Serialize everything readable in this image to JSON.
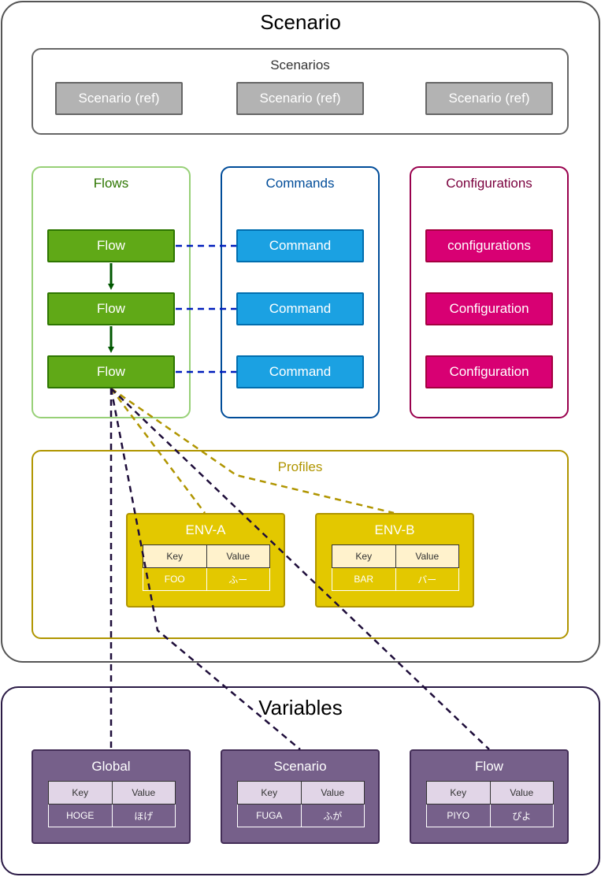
{
  "scenario": {
    "title": "Scenario",
    "scenarios_group": {
      "title": "Scenarios",
      "items": [
        "Scenario (ref)",
        "Scenario (ref)",
        "Scenario (ref)"
      ]
    },
    "flows_group": {
      "title": "Flows",
      "items": [
        "Flow",
        "Flow",
        "Flow"
      ]
    },
    "commands_group": {
      "title": "Commands",
      "items": [
        "Command",
        "Command",
        "Command"
      ]
    },
    "configurations_group": {
      "title": "Configurations",
      "items": [
        "configurations",
        "Configuration",
        "Configuration"
      ]
    },
    "profiles_group": {
      "title": "Profiles",
      "envs": [
        {
          "name": "ENV-A",
          "key_header": "Key",
          "value_header": "Value",
          "key": "FOO",
          "value": "ふー"
        },
        {
          "name": "ENV-B",
          "key_header": "Key",
          "value_header": "Value",
          "key": "BAR",
          "value": "バー"
        }
      ]
    }
  },
  "variables": {
    "title": "Variables",
    "scopes": [
      {
        "name": "Global",
        "key_header": "Key",
        "value_header": "Value",
        "key": "HOGE",
        "value": "ほげ"
      },
      {
        "name": "Scenario",
        "key_header": "Key",
        "value_header": "Value",
        "key": "FUGA",
        "value": "ふが"
      },
      {
        "name": "Flow",
        "key_header": "Key",
        "value_header": "Value",
        "key": "PIYO",
        "value": "ぴよ"
      }
    ]
  },
  "colors": {
    "flow": "#60a917",
    "command": "#1ba1e2",
    "configuration": "#d80073",
    "profile": "#e3c800",
    "variable": "#76608a",
    "reference": "#b3b3b3"
  }
}
